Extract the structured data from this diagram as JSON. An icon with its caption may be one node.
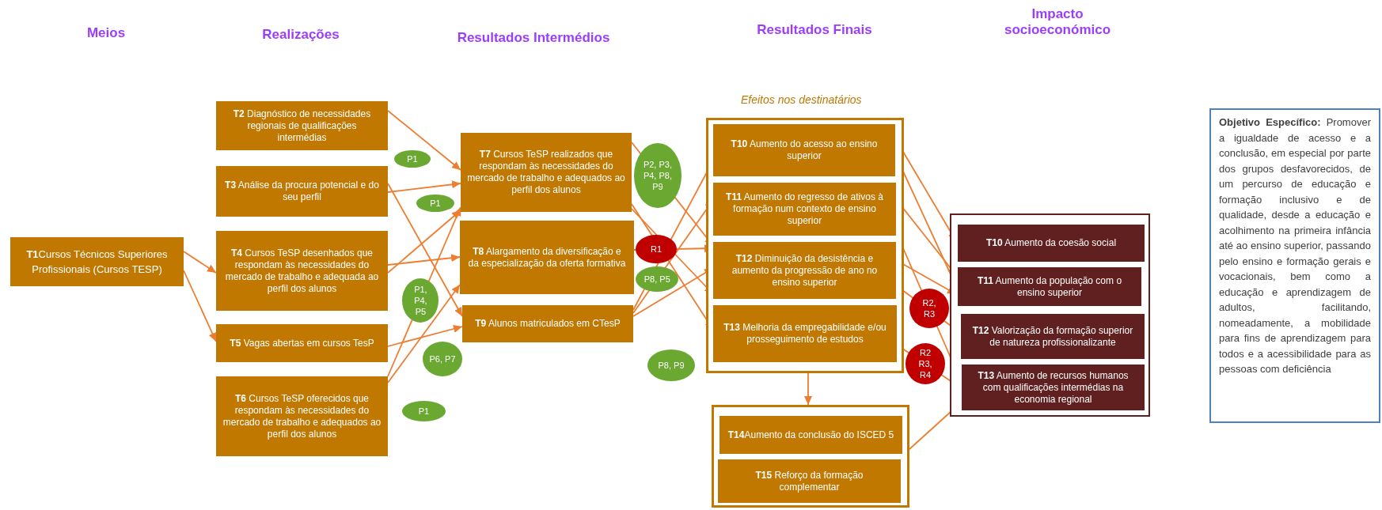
{
  "diagram": {
    "nodes": [
      {
        "text": [
          "**T1**Cursos Técnicos Superiores Profissionais (Cursos TESP)"
        ]
      },
      {
        "text": [
          "**T2** Diagnóstico de necessidades regionais de qualificações intermédias"
        ]
      },
      {
        "text": [
          "**T3** Análise da procura potencial e do seu perfil"
        ]
      },
      {
        "text": [
          "**T4** Cursos TeSP desenhados que respondam às necessidades do mercado de trabalho e adequada ao perfil dos alunos"
        ]
      },
      {
        "text": [
          "**T5** Vagas abertas em cursos TesP"
        ]
      },
      {
        "text": [
          "**T6** Cursos TeSP oferecidos que respondam às necessidades do mercado de trabalho e adequados ao perfil dos alunos"
        ]
      },
      {
        "text": [
          "P1"
        ]
      },
      {
        "text": [
          "P6, P7"
        ]
      },
      {
        "text": [
          "P1"
        ]
      },
      {
        "text": [
          "**T7** Cursos TeSP realizados que respondam às necessidades do mercado de trabalho e adequados ao perfil dos alunos"
        ]
      },
      {
        "text": [
          "**T8** Alargamento da diversificação e da especialização da oferta formativa"
        ]
      },
      {
        "text": [
          "**T9** Alunos matriculados em CTesP"
        ]
      },
      {
        "text": [
          "P8, P9"
        ]
      },
      {
        "text": [
          "Efeitos nos destinatários"
        ]
      },
      {
        "text": [
          "**T10** Aumento do acesso ao ensino superior"
        ],
        "in": 13
      },
      {
        "text": [
          "**T11** Aumento do regresso de ativos à formação num contexto de ensino superior"
        ],
        "in": 13
      },
      {
        "text": [
          "**T12** Diminuição da desistência e aumento da progressão de ano no ensino superior"
        ],
        "in": 13
      },
      {
        "text": [
          "**T13** Melhoria da empregabilidade e/ou prosseguimento de estudos"
        ],
        "in": 13
      },
      {
        "text": [],
        "shape": "box"
      },
      {
        "text": [
          "**T14**Aumento da conclusão do ISCED 5"
        ],
        "in": 18
      },
      {
        "text": [
          "**T15** Reforço da formação complementar"
        ],
        "in": 18
      },
      {
        "text": [],
        "shape": "box"
      },
      {
        "text": [
          "**T10** Aumento da coesão social"
        ],
        "in": 21
      },
      {
        "text": [
          "**T11** Aumento da população com o ensino superior"
        ],
        "in": 21
      },
      {
        "text": [
          "**T12** Valorização da formação superior de natureza profissionalizante"
        ],
        "in": 21
      },
      {
        "text": [
          "**T13** Aumento de recursos humanos com qualificações intermédias na economia regional"
        ],
        "in": 21
      },
      {
        "text": [
          "**Objetivo Específico:** Promover a igualdade de acesso e a conclusão, em especial por parte dos grupos desfavorecidos, de um percurso de educação e formação inclusivo e de qualidade, desde a educação e acolhimento na primeira infância até ao ensino superior, passando pelo ensino e formação gerais e vocacionais, bem como a educação e aprendizagem de adultos, facilitando, nomeadamente, a mobilidade para fins de aprendizagem para todos e a acessibilidade para as pessoas com deficiência"
        ]
      },
      {
        "text": [
          "P1"
        ]
      }
    ],
    "edges": [
      {
        "from": 0,
        "to": 3,
        "arrow": "to"
      },
      {
        "from": 0,
        "to": 4,
        "arrow": "to"
      },
      {
        "from": 1,
        "to": 9,
        "arrow": "to"
      },
      {
        "from": 2,
        "to": 9,
        "arrow": "to"
      },
      {
        "from": 2,
        "to": 11,
        "arrow": "to"
      },
      {
        "from": 3,
        "to": 9,
        "arrow": "to"
      },
      {
        "from": 3,
        "to": 10,
        "arrow": "to"
      },
      {
        "from": 4,
        "to": 11,
        "arrow": "to"
      },
      {
        "from": 5,
        "to": 9,
        "arrow": "to",
        "label": "P1, P4, P5"
      },
      {
        "from": 5,
        "to": 10,
        "arrow": "to"
      },
      {
        "from": 9,
        "to": 16,
        "arrow": "to",
        "label": "P2, P3, P4, P8, P9"
      },
      {
        "from": 9,
        "to": 17,
        "arrow": "to"
      },
      {
        "from": 9,
        "to": 16,
        "arrow": "to"
      },
      {
        "from": 10,
        "to": 16,
        "arrow": "to",
        "label": "R1"
      },
      {
        "from": 11,
        "to": 14,
        "arrow": "to"
      },
      {
        "from": 11,
        "to": 15,
        "arrow": "to",
        "label": "P8, P5"
      },
      {
        "from": 11,
        "to": 16,
        "arrow": "to"
      },
      {
        "from": 14,
        "to": 22,
        "arrow": "to"
      },
      {
        "from": 14,
        "to": 23,
        "arrow": "to"
      },
      {
        "from": 15,
        "to": 23,
        "arrow": "to"
      },
      {
        "from": 15,
        "to": 25,
        "arrow": "to",
        "label": "R2, R3"
      },
      {
        "from": 16,
        "to": 23,
        "arrow": "to"
      },
      {
        "from": 16,
        "to": 24,
        "arrow": "to"
      },
      {
        "from": 17,
        "to": 25,
        "arrow": "to",
        "label": "R2 R3, R4"
      },
      {
        "from": 13,
        "to": 18,
        "arrow": "to"
      },
      {
        "from": 18,
        "to": 25,
        "arrow": "to"
      }
    ],
    "labels": [
      "Meios",
      "Realizações",
      "Resultados Intermédios",
      "Resultados Finais",
      "Impacto socioeconómico"
    ]
  }
}
